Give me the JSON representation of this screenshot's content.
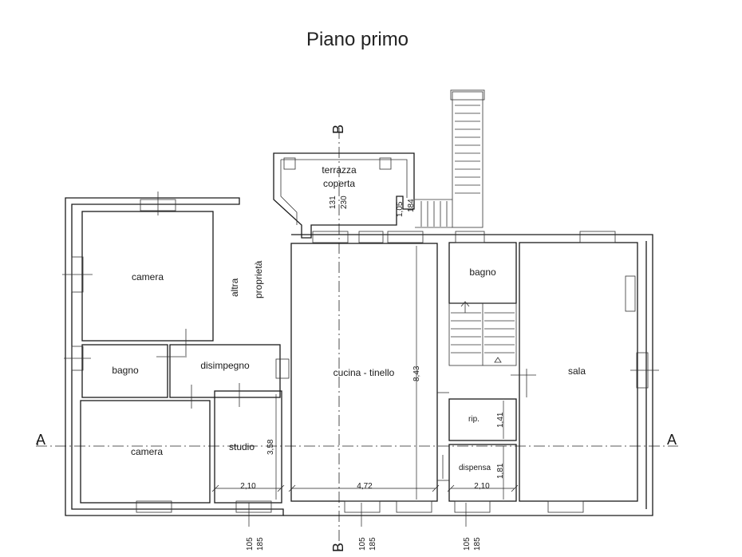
{
  "title": "Piano primo",
  "rooms": {
    "camera_1": "camera",
    "bagno_left": "bagno",
    "disimpegno": "disimpegno",
    "camera_2": "camera",
    "studio": "studio",
    "cucina": "cucina - tinello",
    "bagno_right": "bagno",
    "sala": "sala",
    "rip": "rip.",
    "dispensa": "dispensa",
    "terrazza_line1": "terrazza",
    "terrazza_line2": "coperta",
    "altra_line1": "altra",
    "altra_line2": "proprietà"
  },
  "dimensions": {
    "studio_h": "3,58",
    "studio_w": "2,10",
    "cucina_w": "4,72",
    "cucina_h": "8,43",
    "rip_h": "1,41",
    "dispensa_h": "1,81",
    "dispensa_w": "2,10",
    "terrace_a": "131",
    "terrace_b": "230",
    "stair_a": "1,05",
    "stair_b": "184",
    "win_a": "105",
    "win_b": "185"
  },
  "sections": {
    "a_left": "A",
    "a_right": "A",
    "b_top": "B",
    "b_bottom": "B"
  }
}
